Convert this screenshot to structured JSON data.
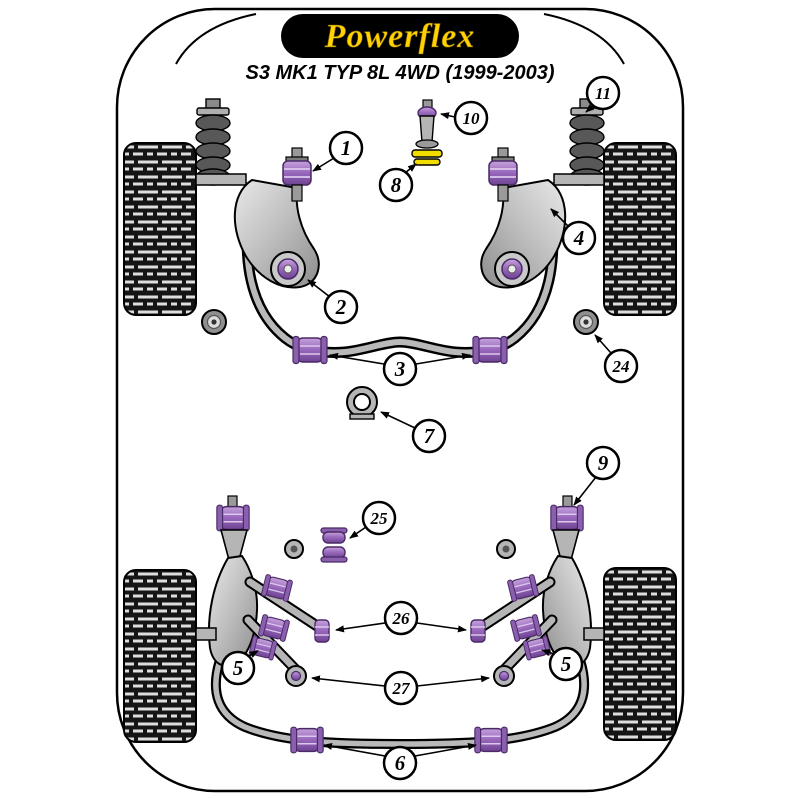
{
  "header": {
    "logo_text": "Powerflex",
    "subtitle": "S3 MK1 TYP 8L 4WD (1999-2003)"
  },
  "colors": {
    "background": "#FFFFFF",
    "outline_black": "#000000",
    "logo_background": "#000000",
    "logo_text_yellow": "#FFD200",
    "bushing_purple": "#9B6BBE",
    "bushing_purple_dark": "#6E4292",
    "steering_disc_yellow": "#F2DC00",
    "metal_gray": "#BDBDBD",
    "tire_black": "#151515"
  },
  "callouts": [
    {
      "id": "c1",
      "label": "1"
    },
    {
      "id": "c2",
      "label": "2"
    },
    {
      "id": "c3",
      "label": "3"
    },
    {
      "id": "c4",
      "label": "4"
    },
    {
      "id": "c5-left",
      "label": "5"
    },
    {
      "id": "c5-right",
      "label": "5"
    },
    {
      "id": "c6",
      "label": "6"
    },
    {
      "id": "c7",
      "label": "7"
    },
    {
      "id": "c8",
      "label": "8"
    },
    {
      "id": "c9",
      "label": "9"
    },
    {
      "id": "c10",
      "label": "10"
    },
    {
      "id": "c11",
      "label": "11"
    },
    {
      "id": "c24",
      "label": "24"
    },
    {
      "id": "c25",
      "label": "25"
    },
    {
      "id": "c26",
      "label": "26"
    },
    {
      "id": "c27",
      "label": "27"
    }
  ]
}
